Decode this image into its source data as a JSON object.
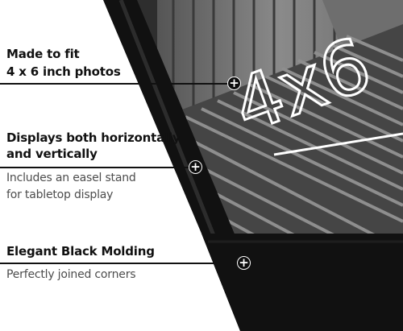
{
  "size_label": "4x6",
  "features": [
    {
      "title_lines": [
        "Made to fit",
        "4 x 6 inch photos"
      ],
      "sub_lines": [],
      "marker_icon": "plus-icon"
    },
    {
      "title_lines": [
        "Displays both horizontally",
        "and vertically"
      ],
      "sub_lines": [
        "Includes an easel stand",
        "for tabletop display"
      ],
      "marker_icon": "plus-icon"
    },
    {
      "title_lines": [
        "Elegant Black Molding"
      ],
      "sub_lines": [
        "Perfectly joined corners"
      ],
      "marker_icon": "plus-icon"
    }
  ],
  "colors": {
    "frame": "#111111",
    "photo_dark": "#3a3a3a",
    "photo_light": "#9a9a9a",
    "text": "#111111",
    "subtext": "#4d4d4d",
    "background": "#ffffff"
  }
}
